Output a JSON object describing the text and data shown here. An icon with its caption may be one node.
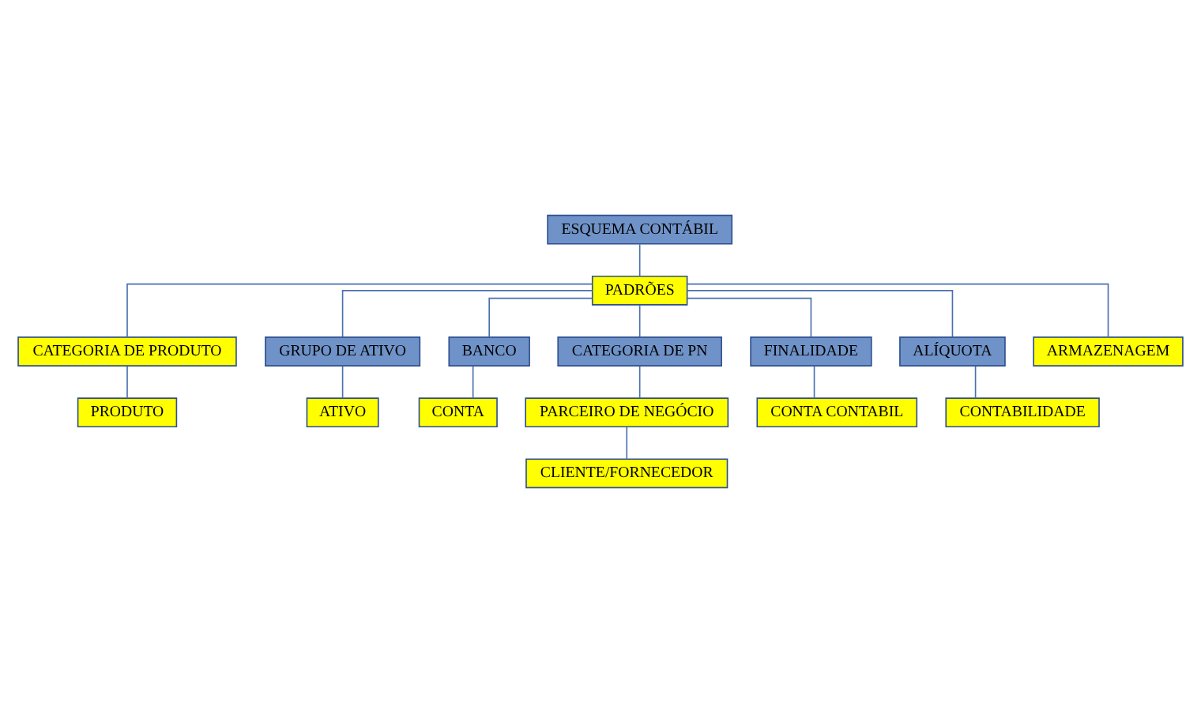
{
  "diagram": {
    "nodes": [
      {
        "text": [
          "ESQUEMA CONTÁBIL"
        ]
      },
      {
        "text": [
          "PADRÕES"
        ]
      },
      {
        "text": [
          "CATEGORIA DE PRODUTO"
        ]
      },
      {
        "text": [
          "GRUPO DE ATIVO"
        ]
      },
      {
        "text": [
          "BANCO"
        ]
      },
      {
        "text": [
          "PRODUTO"
        ]
      },
      {
        "text": [
          "ATIVO"
        ]
      },
      {
        "text": [
          "CONTA"
        ]
      },
      {
        "text": [
          "CATEGORIA DE PN"
        ]
      },
      {
        "text": [
          "FINALIDADE"
        ]
      },
      {
        "text": [
          "PARCEIRO DE NEGÓCIO"
        ]
      },
      {
        "text": [
          "ALÍQUOTA"
        ]
      },
      {
        "text": [
          "CONTA CONTABIL"
        ]
      },
      {
        "text": [
          "CLIENTE/FORNECEDOR"
        ]
      },
      {
        "text": [
          "CONTABILIDADE"
        ]
      },
      {
        "text": [
          "ARMAZENAGEM"
        ]
      }
    ],
    "edges": [
      {
        "from": 0,
        "to": 1,
        "arrow": "none"
      },
      {
        "from": 1,
        "to": 11,
        "arrow": "none"
      },
      {
        "from": 1,
        "to": 2,
        "arrow": "none"
      },
      {
        "from": 1,
        "to": 9,
        "arrow": "none"
      },
      {
        "from": 1,
        "to": 3,
        "arrow": "none"
      },
      {
        "from": 1,
        "to": 4,
        "arrow": "none"
      },
      {
        "from": 1,
        "to": 8,
        "arrow": "none"
      },
      {
        "from": 1,
        "to": 15,
        "arrow": "none"
      },
      {
        "from": 2,
        "to": 5,
        "arrow": "none"
      },
      {
        "from": 3,
        "to": 6,
        "arrow": "none"
      },
      {
        "from": 4,
        "to": 7,
        "arrow": "none"
      },
      {
        "from": 9,
        "to": 12,
        "arrow": "none"
      },
      {
        "from": 11,
        "to": 14,
        "arrow": "none"
      },
      {
        "from": 8,
        "to": 10,
        "arrow": "none"
      },
      {
        "from": 10,
        "to": 13,
        "arrow": "none"
      }
    ]
  }
}
